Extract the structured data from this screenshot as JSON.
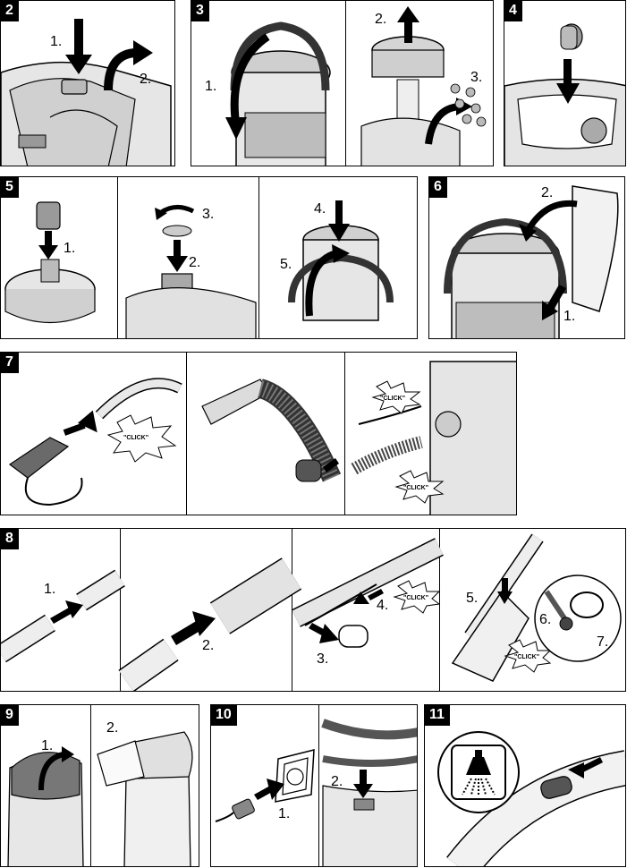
{
  "steps": {
    "s2": {
      "number": "2",
      "labels": [
        "1.",
        "2."
      ]
    },
    "s3": {
      "number": "3",
      "labels": [
        "1.",
        "2.",
        "3."
      ]
    },
    "s4": {
      "number": "4",
      "labels": []
    },
    "s5": {
      "number": "5",
      "labels": [
        "1.",
        "2.",
        "3.",
        "4.",
        "5."
      ]
    },
    "s6": {
      "number": "6",
      "labels": [
        "1.",
        "2."
      ]
    },
    "s7": {
      "number": "7",
      "labels": [],
      "click": "\"CLICK\""
    },
    "s8": {
      "number": "8",
      "labels": [
        "1.",
        "2.",
        "3.",
        "4.",
        "5.",
        "6.",
        "7."
      ],
      "click": "\"CLICK\""
    },
    "s9": {
      "number": "9",
      "labels": [
        "1.",
        "2."
      ]
    },
    "s10": {
      "number": "10",
      "labels": [
        "1.",
        "2."
      ]
    },
    "s11": {
      "number": "11",
      "labels": []
    }
  },
  "icons": [
    "arrow-icon",
    "curved-arrow-icon",
    "click-burst-icon",
    "spray-nozzle-icon",
    "plug-icon",
    "socket-icon"
  ]
}
